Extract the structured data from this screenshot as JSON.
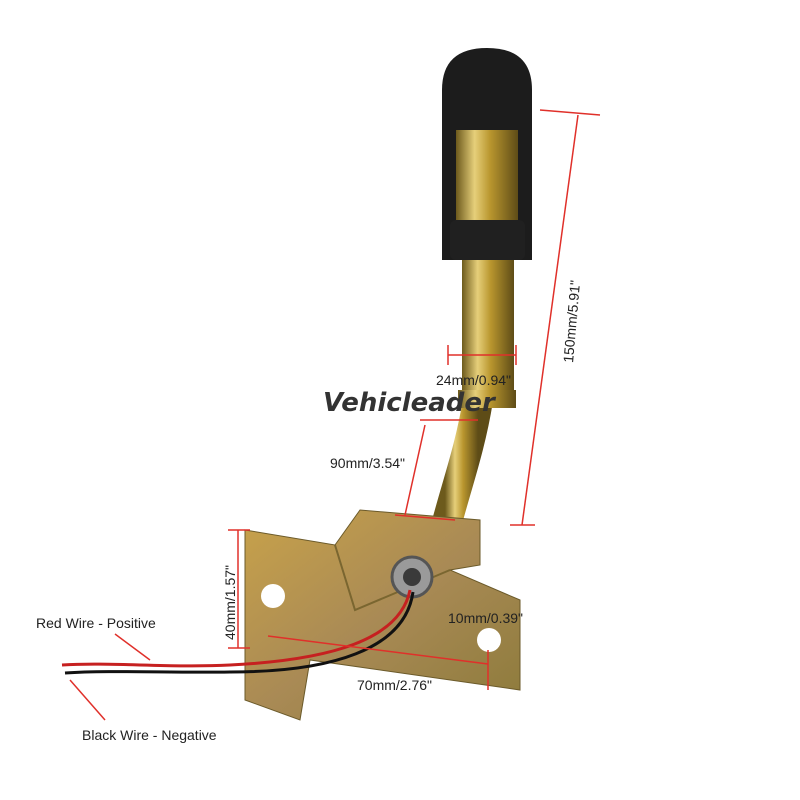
{
  "brand_logo": "Vehicleader",
  "dimensions": {
    "height_total": "150mm/5.91\"",
    "tube_diameter": "24mm/0.94\"",
    "bend_length": "90mm/3.54\"",
    "bracket_height": "40mm/1.57\"",
    "hole_diameter": "10mm/0.39\"",
    "bracket_width": "70mm/2.76\""
  },
  "wires": {
    "red": "Red Wire - Positive",
    "black": "Black Wire - Negative"
  },
  "colors": {
    "dimension_line": "#e0302a",
    "brass": "#c9a640",
    "rubber": "#1c1c1c"
  }
}
